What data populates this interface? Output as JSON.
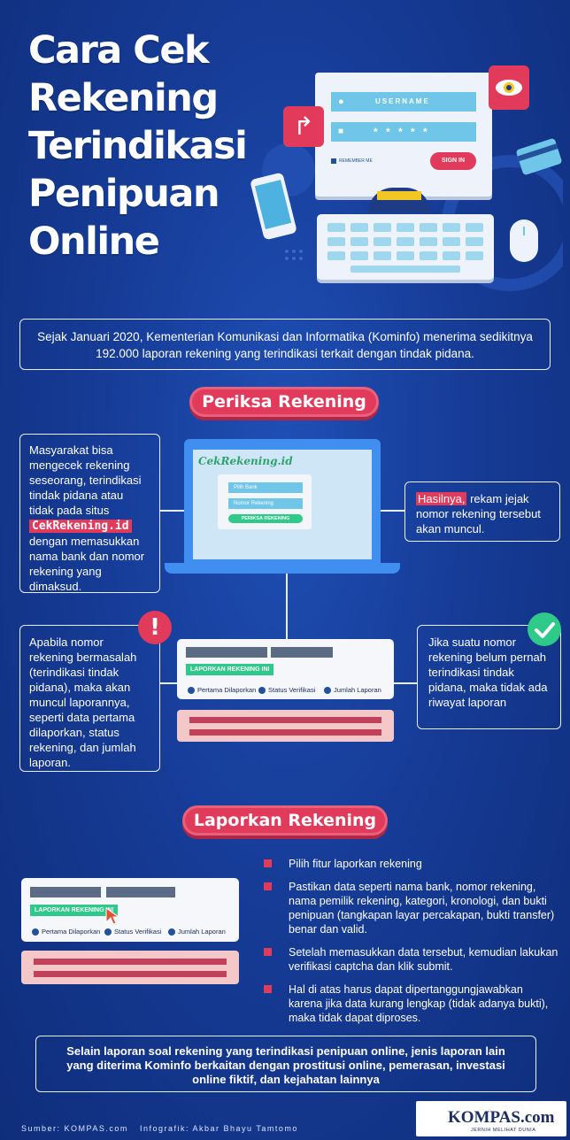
{
  "title": [
    "Cara Cek",
    "Rekening",
    "Terindikasi",
    "Penipuan",
    "Online"
  ],
  "hero": {
    "username_label": "USERNAME",
    "password_mask": "* * * * *",
    "remember_label": "REMEMBER ME",
    "signin_label": "SIGN IN"
  },
  "intro_text": "Sejak Januari 2020, Kementerian Komunikasi dan Informatika (Kominfo) menerima sedikitnya 192.000 laporan rekening yang terindikasi terkait dengan tindak pidana.",
  "section1": {
    "title": "Periksa Rekening",
    "left_text_before": "Masyarakat bisa mengecek rekening seseorang, terindikasi tindak pidana atau tidak pada situs",
    "left_highlight": "CekRekening.id",
    "left_text_after": "dengan memasukkan nama bank dan nomor rekening yang dimaksud.",
    "site_name": "CekRekening.id",
    "field_bank": "Pilih Bank",
    "field_account": "Nomor Rekening",
    "check_button": "PERIKSA REKENING",
    "right_highlight": "Hasilnya,",
    "right_text": "rekam jejak nomor rekening tersebut akan muncul.",
    "problem_text": "Apabila nomor rekening bermasalah (terindikasi tindak pidana), maka akan muncul laporannya, seperti data pertama dilaporkan, status rekening, dan jumlah laporan.",
    "report_button": "LAPORKAN REKENING INI",
    "legend": [
      "Pertama Dilaporkan",
      "Status Verifikasi",
      "Jumlah Laporan"
    ],
    "clean_text": "Jika suatu nomor rekening belum pernah terindikasi tindak pidana, maka tidak ada riwayat laporan"
  },
  "section2": {
    "title": "Laporkan Rekening",
    "report_button": "LAPORKAN REKENING INI",
    "legend": [
      "Pertama Dilaporkan",
      "Status Verifikasi",
      "Jumlah Laporan"
    ],
    "steps": [
      "Pilih fitur laporkan rekening",
      "Pastikan data seperti nama bank, nomor rekening, nama pemilik rekening, kategori, kronologi, dan bukti penipuan (tangkapan layar percakapan, bukti transfer) benar dan valid.",
      "Setelah memasukkan data tersebut, kemudian lakukan verifikasi captcha dan klik submit.",
      "Hal di atas harus dapat dipertanggungjawabkan karena jika data kurang lengkap (tidak adanya bukti), maka tidak dapat diproses."
    ]
  },
  "footer_text": "Selain laporan soal rekening yang terindikasi penipuan online, jenis laporan lain yang diterima Kominfo berkaitan dengan prostitusi online, pemerasan, investasi online fiktif, dan kejahatan lainnya",
  "source": "Sumber: KOMPAS.com",
  "infographic_by": "Infografik: Akbar Bhayu Tamtomo",
  "logo_text": "KOMPAS.com",
  "logo_tagline": "JERNIH MELIHAT DUNIA",
  "colors": {
    "accent": "#e23a5a",
    "green": "#2fc98a",
    "background": "#163c97"
  }
}
